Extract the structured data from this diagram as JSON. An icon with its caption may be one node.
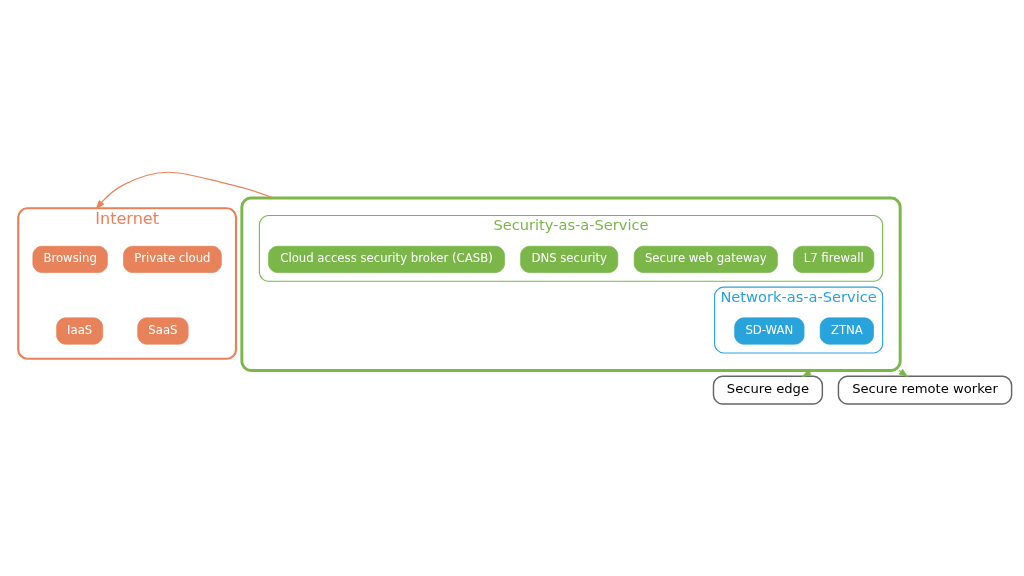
{
  "diagram": {
    "nodes": [
      {
        "text": [
          "Internet"
        ]
      },
      {
        "text": [
          "Browsing"
        ],
        "in": 0
      },
      {
        "text": [
          "Private cloud"
        ],
        "in": 0
      },
      {
        "text": [
          "IaaS"
        ],
        "in": 0
      },
      {
        "text": [
          "SaaS"
        ],
        "in": 0
      },
      {
        "text": [],
        "shape": "cloud"
      },
      {
        "text": [
          "Security-as-a-Service"
        ],
        "in": 5
      },
      {
        "text": [
          "Cloud access security broker (CASB)"
        ],
        "in": 6
      },
      {
        "text": [
          "DNS security"
        ],
        "in": 6
      },
      {
        "text": [
          "Secure web gateway"
        ],
        "in": 6
      },
      {
        "text": [
          "L7 firewall"
        ],
        "in": 6
      },
      {
        "text": [
          "Network-as-a-Service"
        ],
        "in": 5
      },
      {
        "text": [
          "SD-WAN"
        ],
        "in": 11
      },
      {
        "text": [
          "ZTNA"
        ],
        "in": 11
      },
      {
        "text": [
          "Secure edge"
        ]
      },
      {
        "text": [
          "Secure remote worker"
        ]
      }
    ],
    "edges": [
      {
        "from": 5,
        "to": 0,
        "arrow": "to",
        "color": "#e8825a"
      },
      {
        "from": 5,
        "to": 14,
        "arrow": "to"
      },
      {
        "from": 5,
        "to": 15,
        "arrow": "to"
      }
    ]
  }
}
